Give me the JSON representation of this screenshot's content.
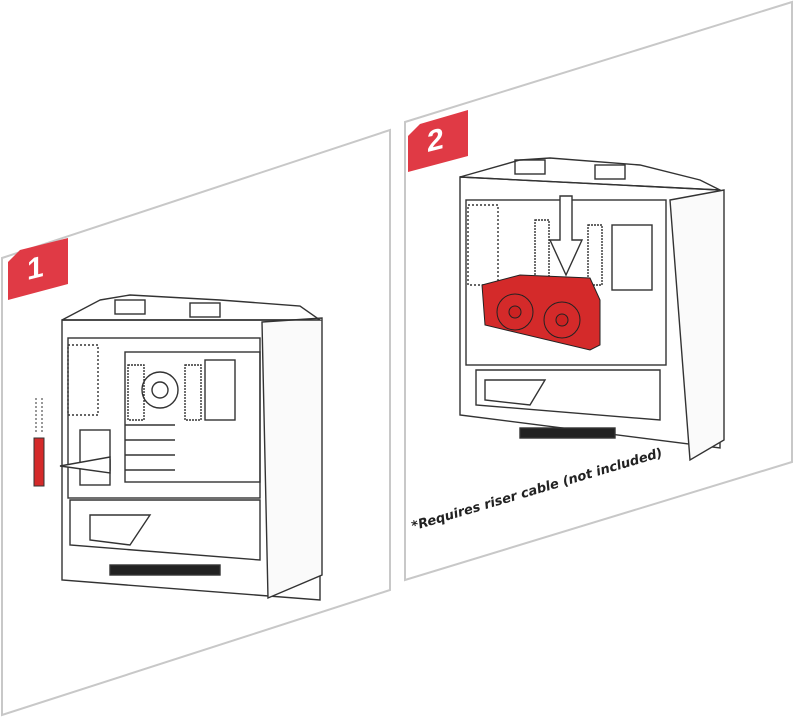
{
  "steps": [
    {
      "number": "1"
    },
    {
      "number": "2",
      "note": "*Requires riser cable (not included)"
    }
  ],
  "colors": {
    "accent": "#e03a45",
    "gpu": "#d42a2a",
    "frame": "#c8c8c8"
  }
}
